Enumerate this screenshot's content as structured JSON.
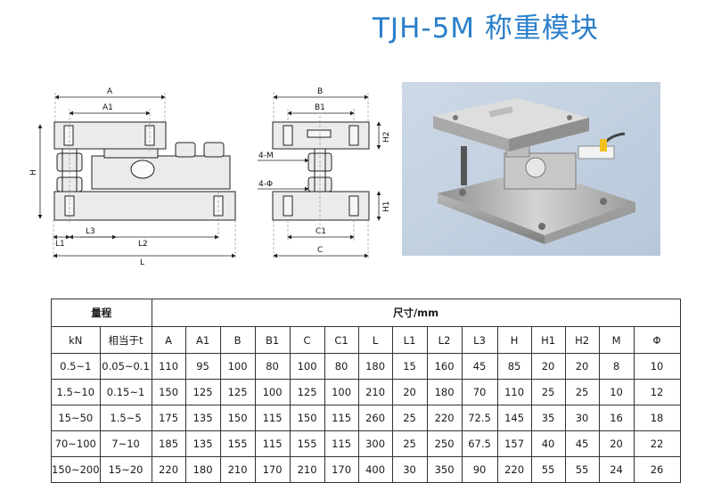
{
  "title": "TJH-5M 称重模块",
  "drawing_front": {
    "labels": {
      "A": "A",
      "A1": "A1",
      "H": "H",
      "L1": "L1",
      "L3": "L3",
      "L2": "L2",
      "L": "L"
    }
  },
  "drawing_side": {
    "labels": {
      "B": "B",
      "B1": "B1",
      "H2": "H2",
      "M": "4-M",
      "Phi": "4-Φ",
      "H1": "H1",
      "C1": "C1",
      "C": "C"
    }
  },
  "colors": {
    "title": "#2b7fc9",
    "steel": "#e8e8e8",
    "line": "#222222",
    "photo_bg": "#c9d8e8"
  },
  "table": {
    "range_header": "量程",
    "dim_header": "尺寸/mm",
    "sub_headers": [
      "kN",
      "相当于t",
      "A",
      "A1",
      "B",
      "B1",
      "C",
      "C1",
      "L",
      "L1",
      "L2",
      "L3",
      "H",
      "H1",
      "H2",
      "M",
      "Φ"
    ],
    "rows": [
      [
        "0.5~1",
        "0.05~0.1",
        "110",
        "95",
        "100",
        "80",
        "100",
        "80",
        "180",
        "15",
        "160",
        "45",
        "85",
        "20",
        "20",
        "8",
        "10"
      ],
      [
        "1.5~10",
        "0.15~1",
        "150",
        "125",
        "125",
        "100",
        "125",
        "100",
        "210",
        "20",
        "180",
        "70",
        "110",
        "25",
        "25",
        "10",
        "12"
      ],
      [
        "15~50",
        "1.5~5",
        "175",
        "135",
        "150",
        "115",
        "150",
        "115",
        "260",
        "25",
        "220",
        "72.5",
        "145",
        "35",
        "30",
        "16",
        "18"
      ],
      [
        "70~100",
        "7~10",
        "185",
        "135",
        "155",
        "115",
        "155",
        "115",
        "300",
        "25",
        "250",
        "67.5",
        "157",
        "40",
        "45",
        "20",
        "22"
      ],
      [
        "150~200",
        "15~20",
        "220",
        "180",
        "210",
        "170",
        "210",
        "170",
        "400",
        "30",
        "350",
        "90",
        "220",
        "55",
        "55",
        "24",
        "26"
      ]
    ]
  }
}
